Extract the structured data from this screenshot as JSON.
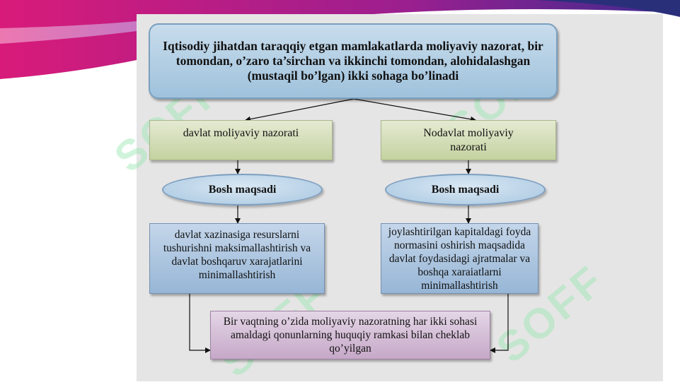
{
  "title_box": {
    "text": "Iqtisodiy jihatdan taraqqiy etgan mamlakatlarda moliyaviy nazorat, bir tomondan, o’zaro ta’sirchan va ikkinchi tomondan, alohidalashgan (mustaqil bo’lgan) ikki sohaga bo’linadi"
  },
  "branches": [
    {
      "category": "davlat moliyaviy nazorati",
      "goal_label": "Bosh maqsadi",
      "goal_text": "davlat xazinasiga resurslarni tushurishni maksimallashtirish va davlat boshqaruv xarajatlarini minimallashtirish"
    },
    {
      "category": "Nodavlat moliyaviy nazorati",
      "goal_label": "Bosh maqsadi",
      "goal_text": "joylashtirilgan kapitaldagi foyda normasini oshirish maqsadida davlat foydasidagi ajratmalar va boshqa xaraiatlarni minimallashtirish"
    }
  ],
  "conclusion_box": {
    "text": "Bir vaqtning o’zida moliyaviy nazoratning har ikki sohasi amaldagi qonunlarning huquqiy ramkasi bilan cheklab qo’yilgan"
  },
  "watermark": {
    "text": "SOFF"
  },
  "colors": {
    "top_box": "#b3cfe5",
    "category_box": "#d5e0b8",
    "goal_ellipse": "#c3d8ec",
    "goal_box": "#afc8e2",
    "conclusion_box": "#d7c0d9",
    "accent_pink": "#e0197a",
    "accent_purple": "#6a1b9a"
  }
}
